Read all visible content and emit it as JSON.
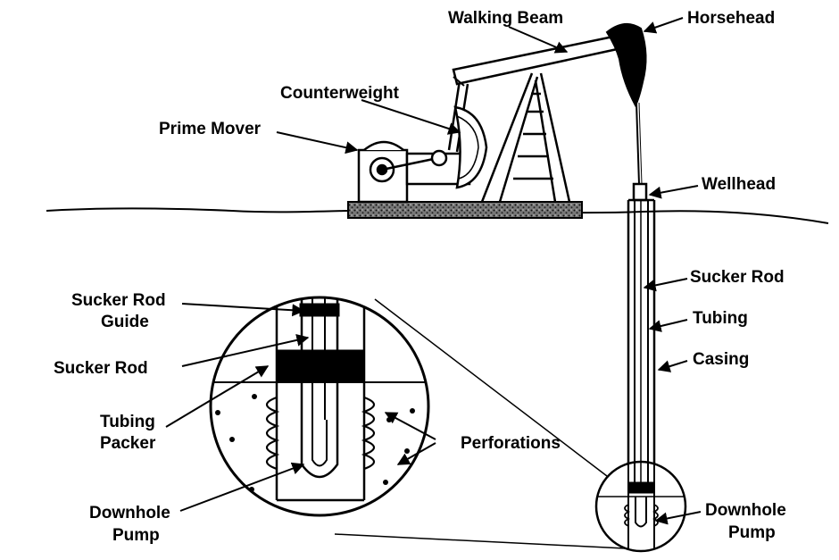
{
  "labels": {
    "walking_beam": "Walking Beam",
    "horsehead": "Horsehead",
    "counterweight": "Counterweight",
    "prime_mover": "Prime Mover",
    "wellhead": "Wellhead",
    "sucker_rod_right": "Sucker Rod",
    "tubing": "Tubing",
    "casing": "Casing",
    "sucker_rod_guide_line1": "Sucker Rod",
    "sucker_rod_guide_line2": "Guide",
    "sucker_rod_left": "Sucker Rod",
    "tubing_packer_line1": "Tubing",
    "tubing_packer_line2": "Packer",
    "perforations": "Perforations",
    "downhole_pump_left_line1": "Downhole",
    "downhole_pump_left_line2": "Pump",
    "downhole_pump_right_line1": "Downhole",
    "downhole_pump_right_line2": "Pump"
  }
}
